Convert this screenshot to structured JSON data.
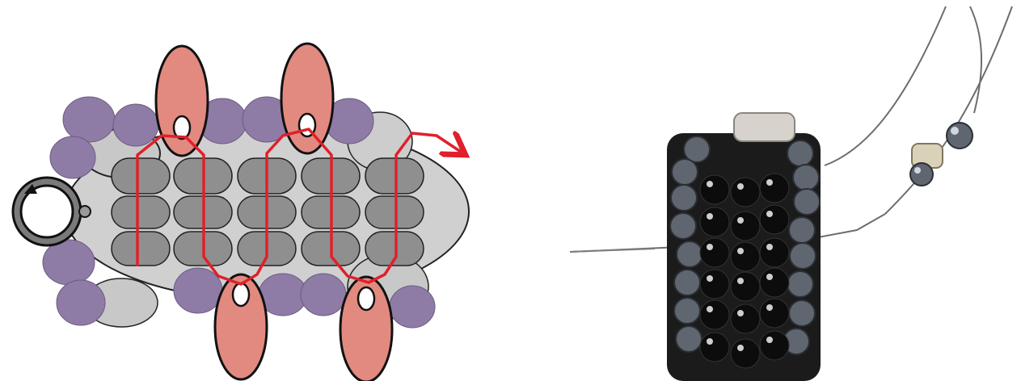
{
  "figure": {
    "panels": [
      {
        "id": "diagram",
        "kind": "illustration",
        "description_visible_text": ""
      },
      {
        "id": "photo",
        "kind": "photograph",
        "description_visible_text": ""
      }
    ],
    "palette": {
      "pink_oval": "#e28a80",
      "purple_drop": "#8f7ca6",
      "light_gray": "#c8c8c8",
      "gray_bead": "#8c8c8c",
      "thread": "#e0202a",
      "outline": "#222222",
      "black_bead": "#0c0c0c",
      "hematite": "#5f6670",
      "wire": "#808080"
    }
  }
}
